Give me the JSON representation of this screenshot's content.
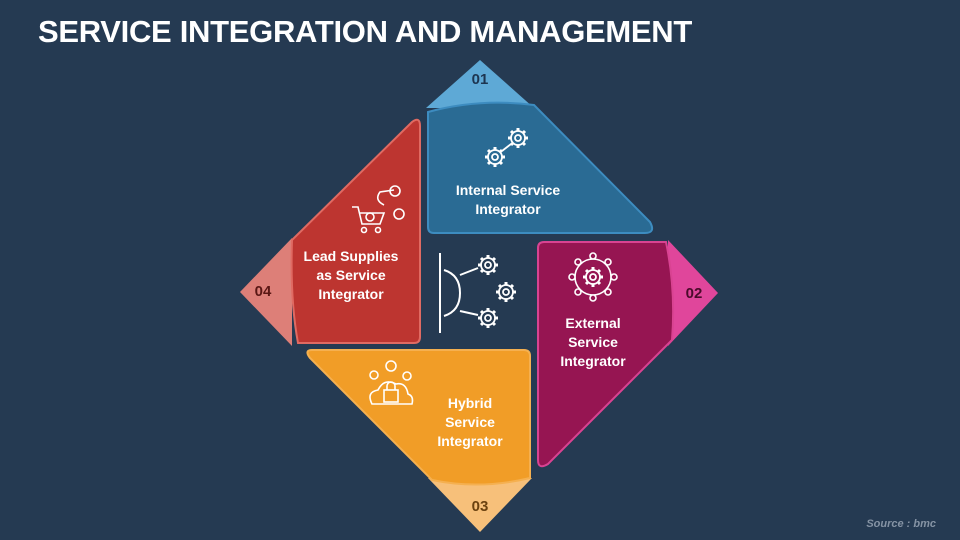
{
  "title": "SERVICE INTEGRATION AND MANAGEMENT",
  "items": [
    {
      "number": "01",
      "label": "Internal Service\nIntegrator",
      "icon": "linked-gears-icon",
      "color": "#2a6b94",
      "tip_color": "#5ea9d6"
    },
    {
      "number": "02",
      "label": "External\nService\nIntegrator",
      "icon": "gear-network-icon",
      "color": "#961552",
      "tip_color": "#e0469b"
    },
    {
      "number": "03",
      "label": "Hybrid\nService\nIntegrator",
      "icon": "cloud-lock-icon",
      "color": "#f19d27",
      "tip_color": "#f7c07a"
    },
    {
      "number": "04",
      "label": "Lead Supplies\nas Service\nIntegrator",
      "icon": "cart-magnet-icon",
      "color": "#bd3530",
      "tip_color": "#dd7f78"
    }
  ],
  "center_icon": "gears-integration-icon",
  "source": "Source : bmc"
}
